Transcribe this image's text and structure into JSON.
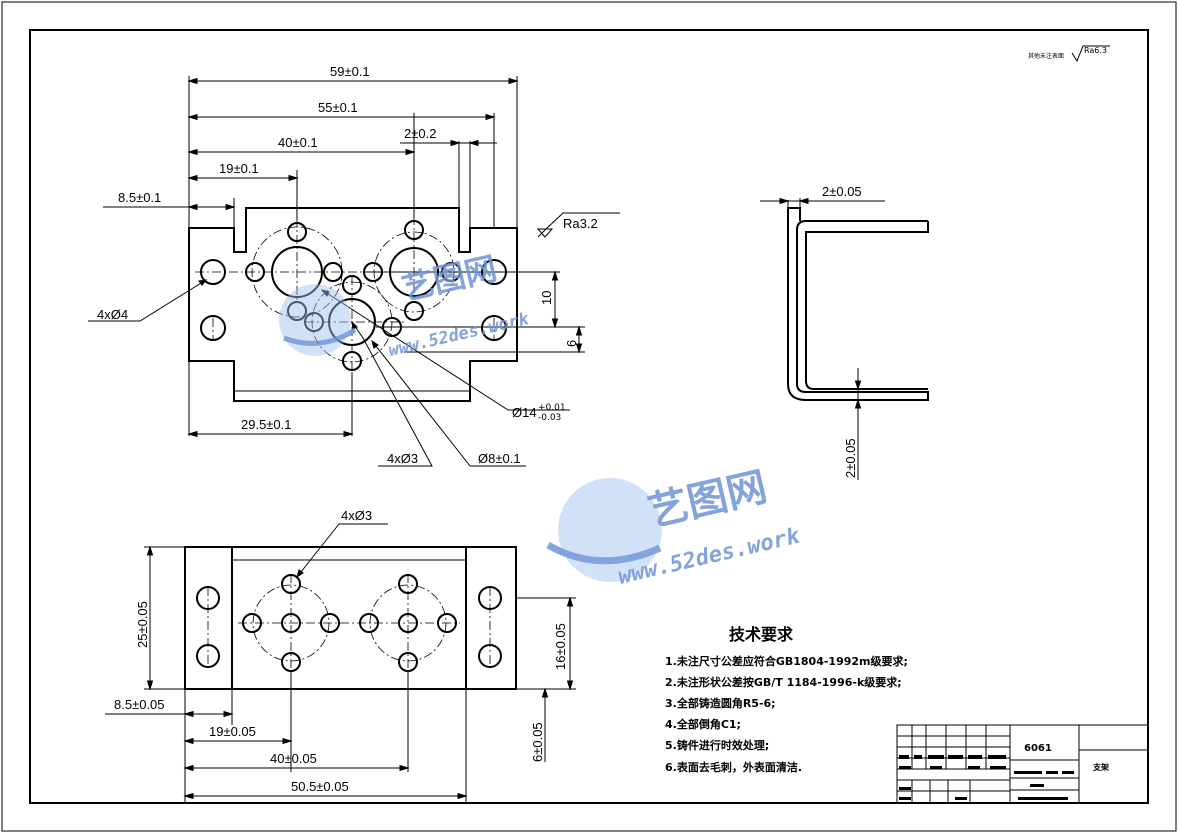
{
  "surface_roughness": {
    "note": "其他未注表面",
    "value": "Ra6.3",
    "local": "Ra3.2"
  },
  "front_view": {
    "dims": {
      "d59": "59±0.1",
      "d55": "55±0.1",
      "d40": "40±0.1",
      "d2": "2±0.2",
      "d19": "19±0.1",
      "d85": "8.5±0.1",
      "d10": "10",
      "d6": "6",
      "d295": "29.5±0.1",
      "holes4": "4xØ4",
      "holes3": "4xØ3",
      "d14": "Ø14",
      "d14_tol_up": "+0.01",
      "d14_tol_dn": "-0.03",
      "d8": "Ø8±0.1"
    }
  },
  "side_view": {
    "dims": {
      "t_top": "2±0.05",
      "t_bottom": "2±0.05"
    }
  },
  "top_view": {
    "dims": {
      "holes3": "4xØ3",
      "d25": "25±0.05",
      "d16": "16±0.05",
      "d85": "8.5±0.05",
      "d19": "19±0.05",
      "d40": "40±0.05",
      "d505": "50.5±0.05",
      "d6": "6±0.05"
    }
  },
  "tech_req": {
    "title": "技术要求",
    "items": [
      "1.未注尺寸公差应符合GB1804-1992m级要求;",
      "2.未注形状公差按GB/T 1184-1996-k级要求;",
      "3.全部铸造圆角R5-6;",
      "4.全部倒角C1;",
      "5.铸件进行时效处理;",
      "6.表面去毛刺，外表面清洁."
    ]
  },
  "title_block": {
    "material": "6061",
    "part_name": "支架"
  },
  "watermark": {
    "brand": "艺图网",
    "url": "www.52des.work"
  }
}
